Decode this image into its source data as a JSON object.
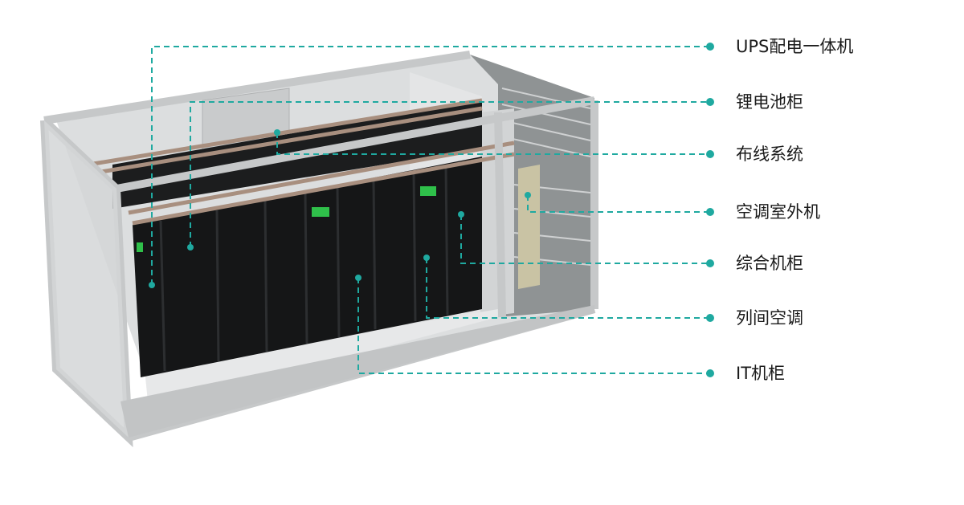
{
  "accent_color": "#1fa9a0",
  "labels": [
    {
      "text": "UPS配电一体机"
    },
    {
      "text": "锂电池柜"
    },
    {
      "text": "布线系统"
    },
    {
      "text": "空调室外机"
    },
    {
      "text": "综合机柜"
    },
    {
      "text": "列间空调"
    },
    {
      "text": "IT机柜"
    }
  ]
}
